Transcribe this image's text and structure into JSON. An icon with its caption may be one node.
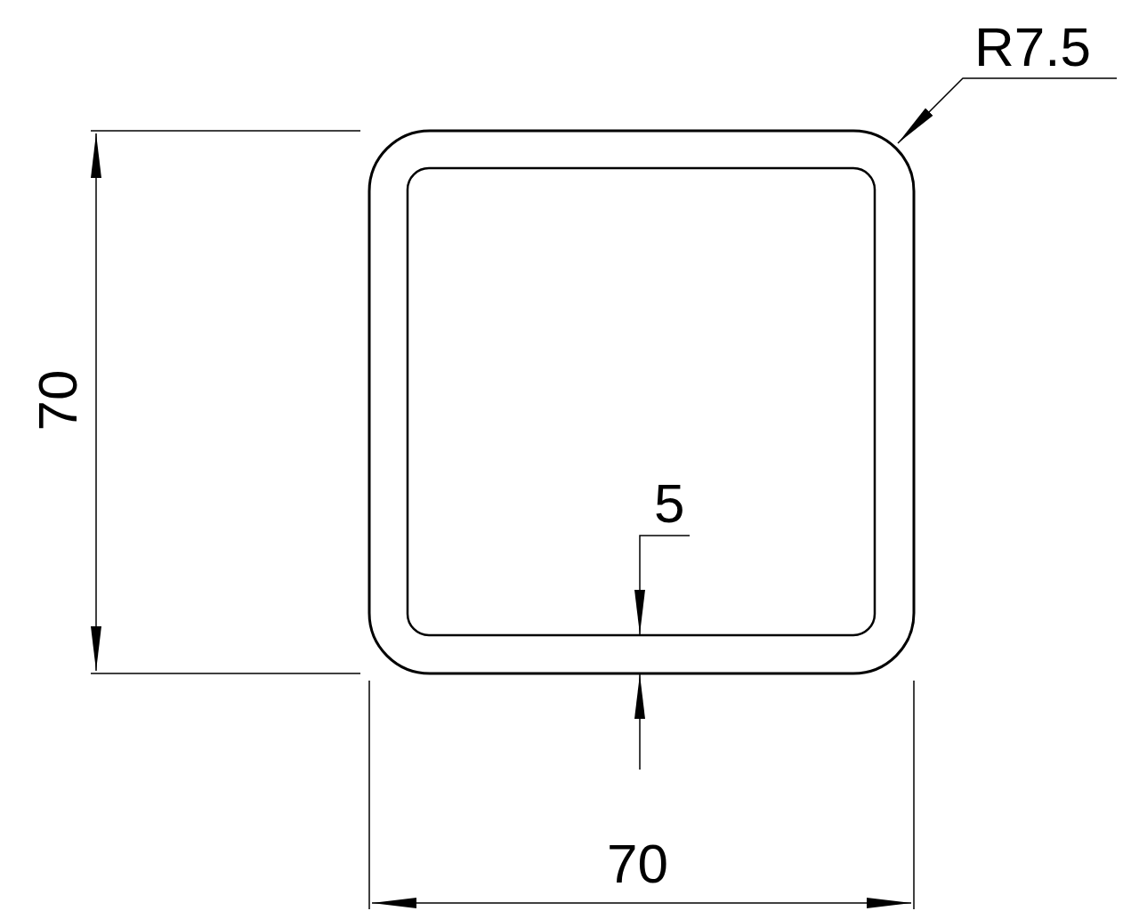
{
  "diagram": {
    "labels": [
      "R7.5",
      "70",
      "5",
      "70"
    ]
  }
}
